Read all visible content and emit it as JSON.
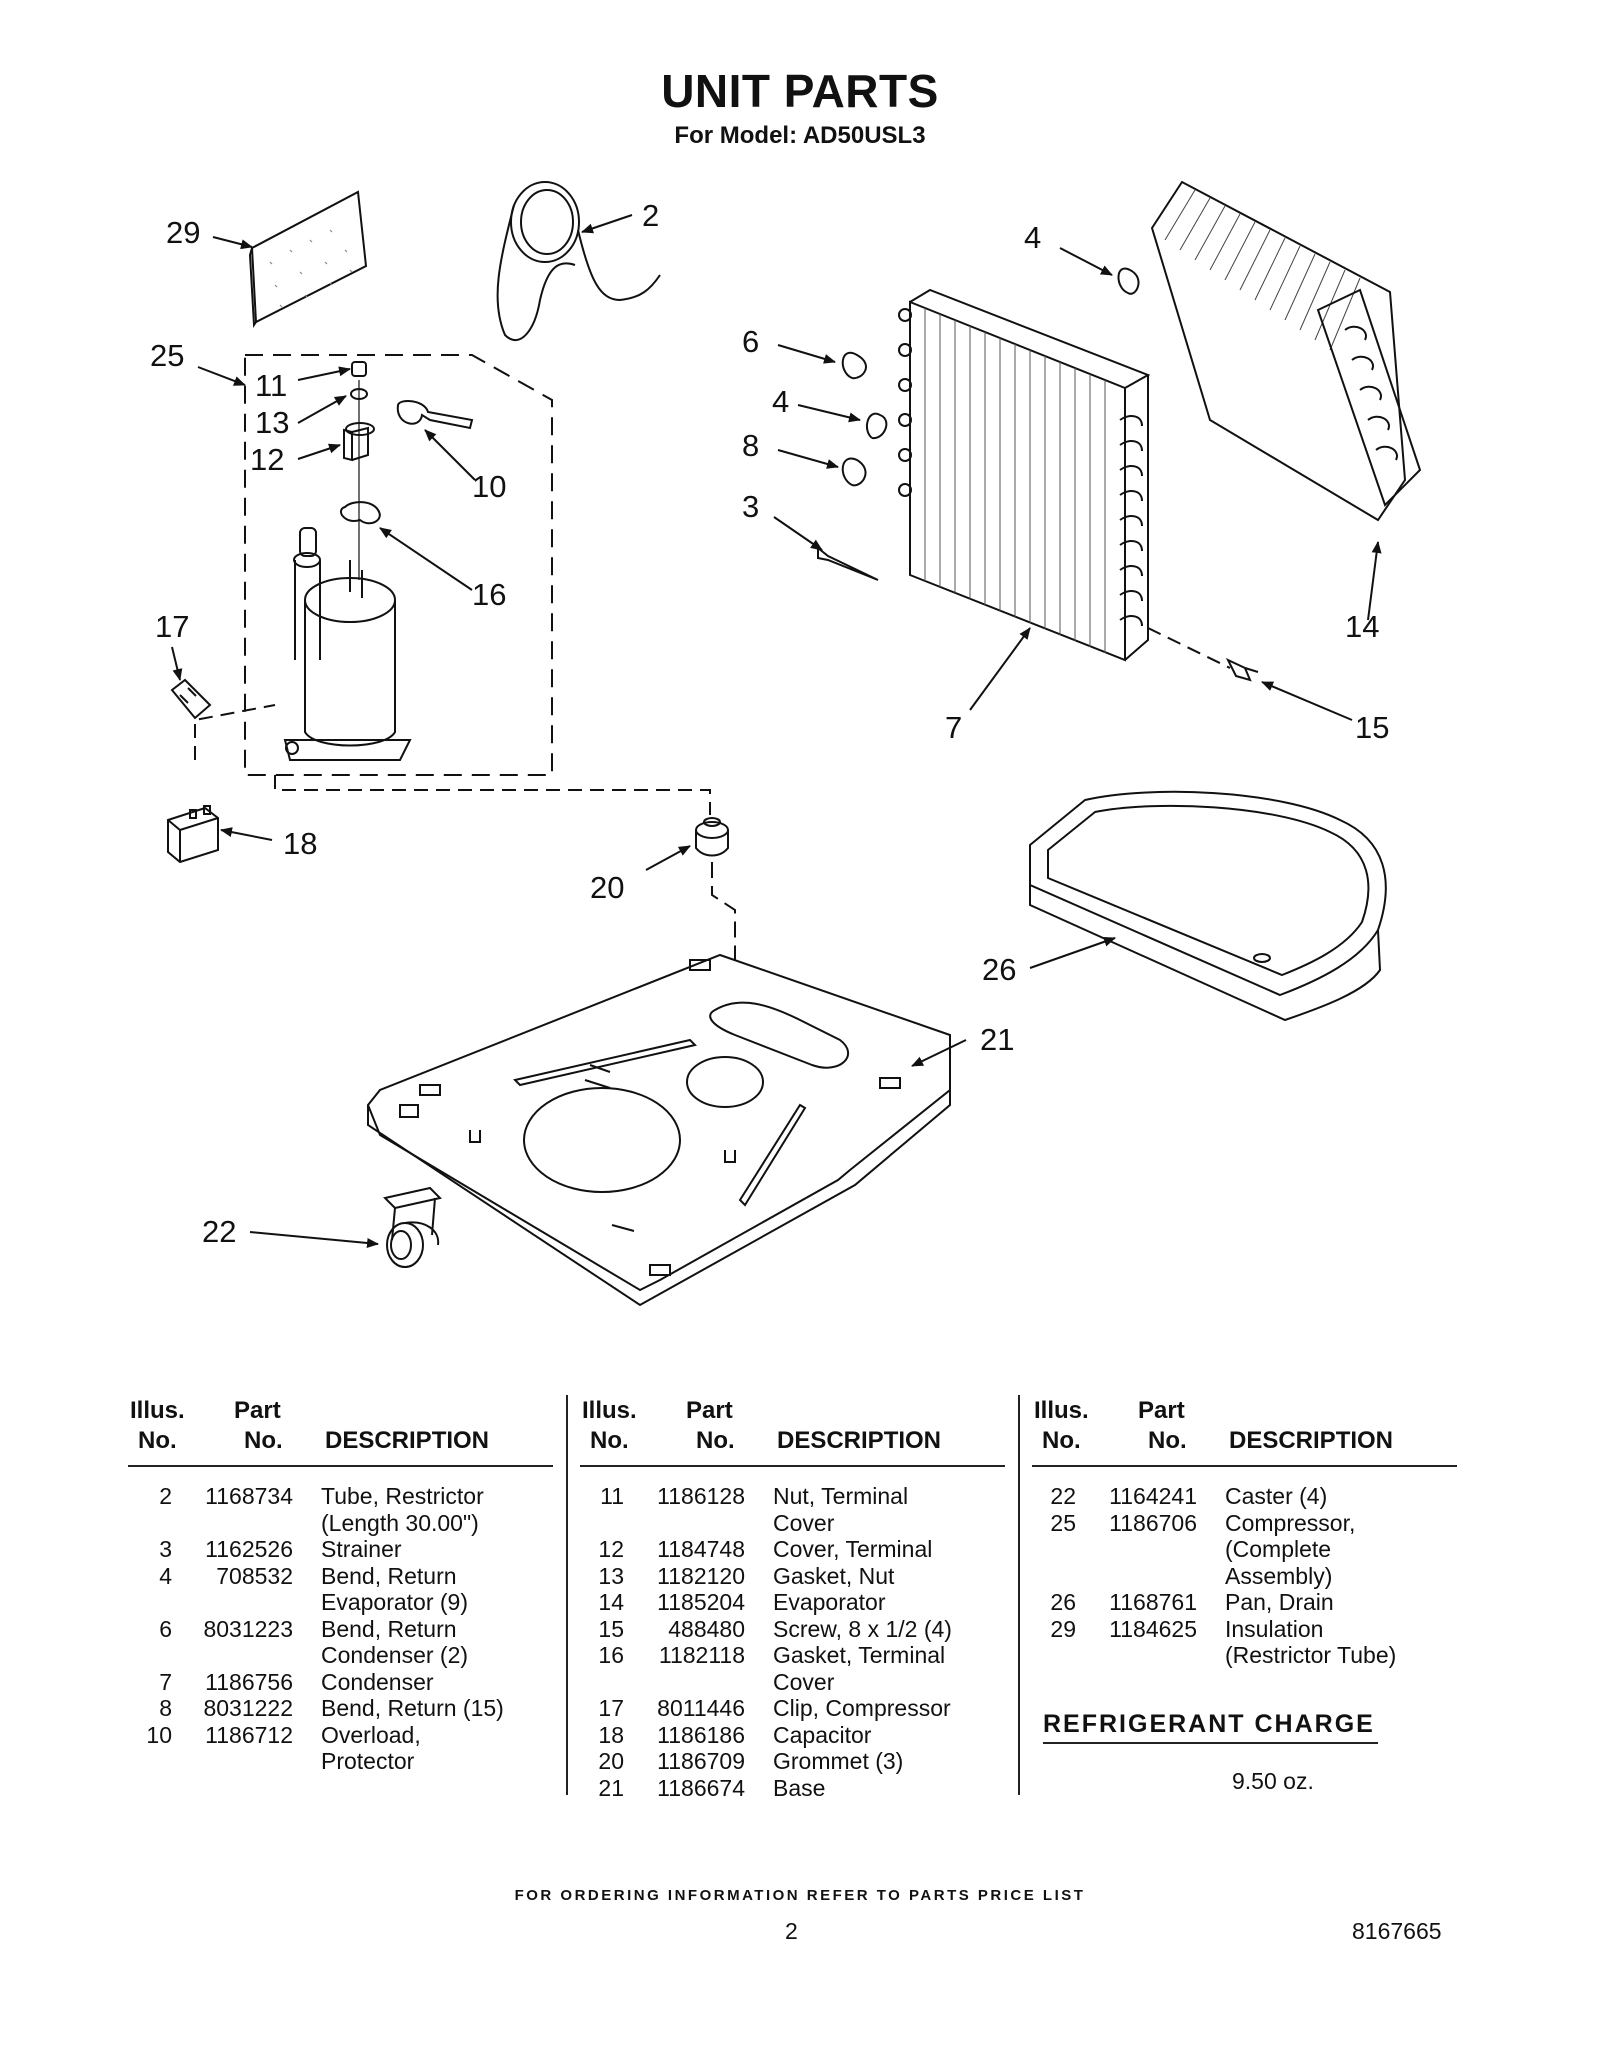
{
  "header": {
    "title": "UNIT PARTS",
    "subtitle": "For Model: AD50USL3"
  },
  "diagram": {
    "callouts": [
      "29",
      "2",
      "4",
      "6",
      "4",
      "8",
      "3",
      "25",
      "11",
      "13",
      "12",
      "10",
      "16",
      "17",
      "7",
      "14",
      "15",
      "18",
      "20",
      "26",
      "21",
      "22"
    ]
  },
  "table_header": {
    "illus_1": "Illus.",
    "illus_2": "No.",
    "part_1": "Part",
    "part_2": "No.",
    "description": "DESCRIPTION"
  },
  "parts": {
    "col1": [
      {
        "no": "2",
        "part": "1168734",
        "desc": [
          "Tube, Restrictor",
          "(Length 30.00\")"
        ]
      },
      {
        "no": "3",
        "part": "1162526",
        "desc": [
          "Strainer"
        ]
      },
      {
        "no": "4",
        "part": "708532",
        "desc": [
          "Bend, Return",
          "Evaporator (9)"
        ]
      },
      {
        "no": "6",
        "part": "8031223",
        "desc": [
          "Bend, Return",
          "Condenser (2)"
        ]
      },
      {
        "no": "7",
        "part": "1186756",
        "desc": [
          "Condenser"
        ]
      },
      {
        "no": "8",
        "part": "8031222",
        "desc": [
          "Bend, Return (15)"
        ]
      },
      {
        "no": "10",
        "part": "1186712",
        "desc": [
          "Overload,",
          "Protector"
        ]
      }
    ],
    "col2": [
      {
        "no": "11",
        "part": "1186128",
        "desc": [
          "Nut, Terminal",
          "Cover"
        ]
      },
      {
        "no": "12",
        "part": "1184748",
        "desc": [
          "Cover, Terminal"
        ]
      },
      {
        "no": "13",
        "part": "1182120",
        "desc": [
          "Gasket, Nut"
        ]
      },
      {
        "no": "14",
        "part": "1185204",
        "desc": [
          "Evaporator"
        ]
      },
      {
        "no": "15",
        "part": "488480",
        "desc": [
          "Screw, 8 x 1/2 (4)"
        ]
      },
      {
        "no": "16",
        "part": "1182118",
        "desc": [
          "Gasket, Terminal",
          "Cover"
        ]
      },
      {
        "no": "17",
        "part": "8011446",
        "desc": [
          "Clip, Compressor"
        ]
      },
      {
        "no": "18",
        "part": "1186186",
        "desc": [
          "Capacitor"
        ]
      },
      {
        "no": "20",
        "part": "1186709",
        "desc": [
          "Grommet (3)"
        ]
      },
      {
        "no": "21",
        "part": "1186674",
        "desc": [
          "Base"
        ]
      }
    ],
    "col3": [
      {
        "no": "22",
        "part": "1164241",
        "desc": [
          "Caster (4)"
        ]
      },
      {
        "no": "25",
        "part": "1186706",
        "desc": [
          "Compressor,",
          "(Complete",
          "Assembly)"
        ]
      },
      {
        "no": "26",
        "part": "1168761",
        "desc": [
          "Pan, Drain"
        ]
      },
      {
        "no": "29",
        "part": "1184625",
        "desc": [
          "Insulation",
          "(Restrictor Tube)"
        ]
      }
    ]
  },
  "refrigerant": {
    "heading": "REFRIGERANT CHARGE",
    "value": "9.50 oz."
  },
  "footer": {
    "note": "FOR ORDERING INFORMATION REFER TO PARTS PRICE LIST",
    "page": "2",
    "doc_number": "8167665"
  }
}
